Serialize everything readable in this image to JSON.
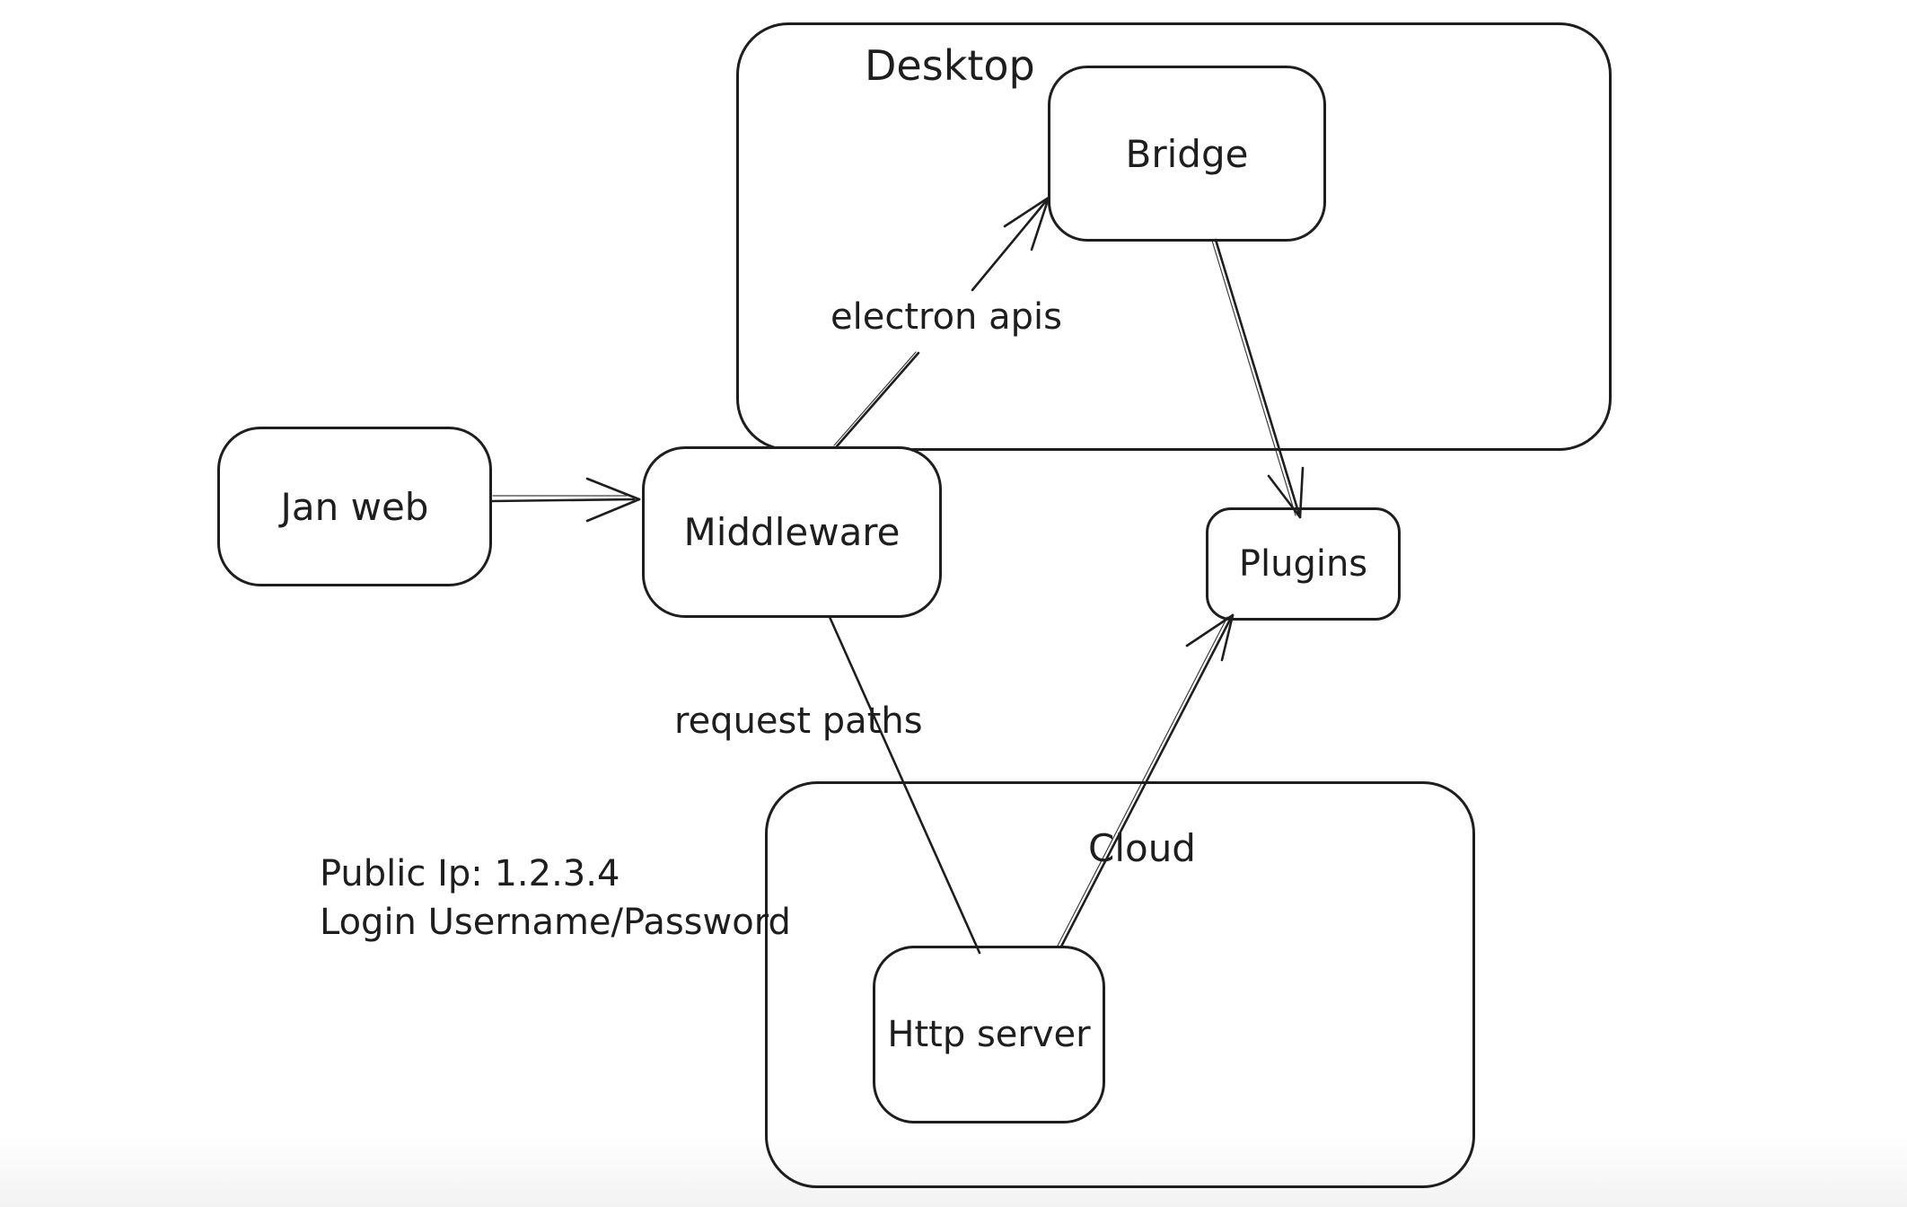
{
  "canvas": {
    "background": "#ffffff",
    "stroke_color": "#1e1e1e"
  },
  "containers": [
    {
      "label": "Desktop"
    },
    {
      "label": "Cloud"
    }
  ],
  "nodes": [
    {
      "label": "Jan web"
    },
    {
      "label": "Middleware"
    },
    {
      "label": "Bridge"
    },
    {
      "label": "Plugins"
    },
    {
      "label": "Http server"
    }
  ],
  "edges": [
    {
      "from": "Jan web",
      "to": "Middleware",
      "label": ""
    },
    {
      "from": "Middleware",
      "to": "Bridge",
      "label": "electron apis"
    },
    {
      "from": "Bridge",
      "to": "Plugins",
      "label": ""
    },
    {
      "from": "Http server",
      "to": "Plugins",
      "label": ""
    },
    {
      "from": "Middleware",
      "to": "Http server",
      "label": "request paths"
    }
  ],
  "annotation": {
    "line1": "Public Ip: 1.2.3.4",
    "line2": "Login Username/Password"
  }
}
